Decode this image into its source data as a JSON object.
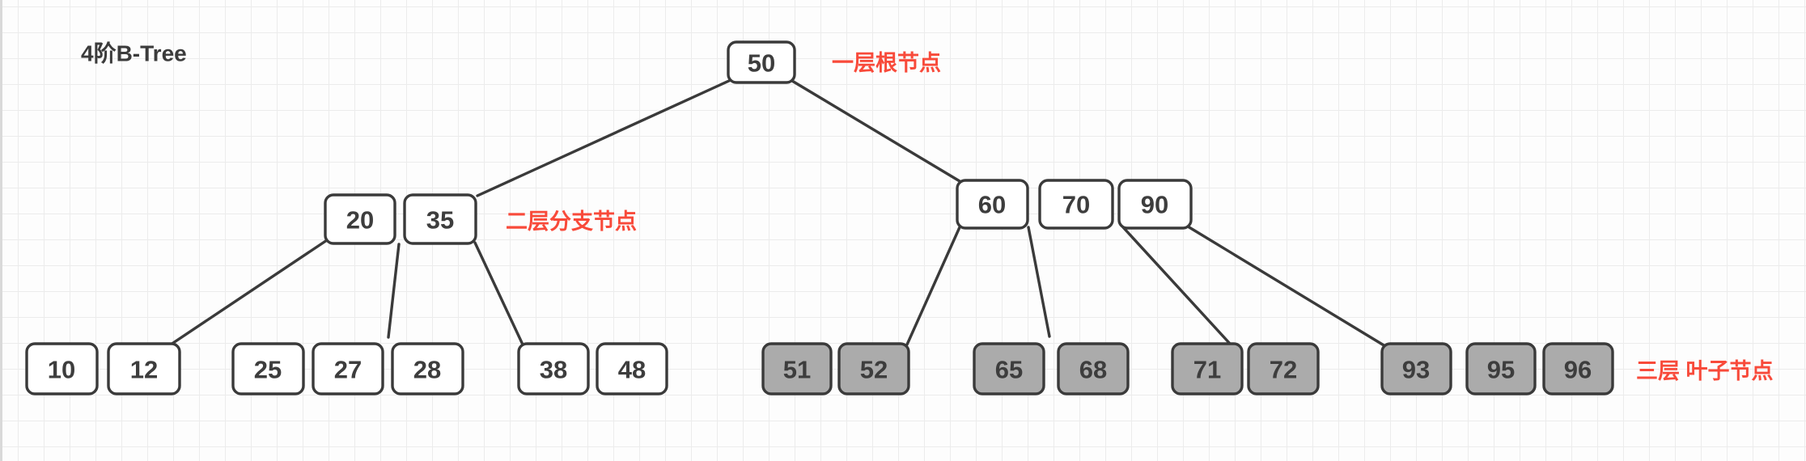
{
  "canvas": {
    "title": "4阶B-Tree"
  },
  "annotations": {
    "root_level": "一层根节点",
    "branch_level": "二层分支节点",
    "leaf_level": "三层 叶子节点"
  },
  "colors": {
    "annotation": "#f84a3a",
    "stroke": "#3a3a3a",
    "node_text": "#3d3d3d",
    "node_fill": "#ffffff",
    "leaf_highlight_fill": "#ababab"
  },
  "tree": {
    "order": "4",
    "root": [
      "50"
    ],
    "branches": [
      [
        "20",
        "35"
      ],
      [
        "60",
        "70",
        "90"
      ]
    ],
    "leaves": [
      [
        "10",
        "12"
      ],
      [
        "25",
        "27",
        "28"
      ],
      [
        "38",
        "48"
      ],
      [
        "51",
        "52"
      ],
      [
        "65",
        "68"
      ],
      [
        "71",
        "72"
      ],
      [
        "93",
        "95",
        "96"
      ]
    ],
    "highlighted_leaf_values": [
      "51",
      "52",
      "65",
      "68",
      "71",
      "72",
      "93",
      "95",
      "96"
    ]
  }
}
